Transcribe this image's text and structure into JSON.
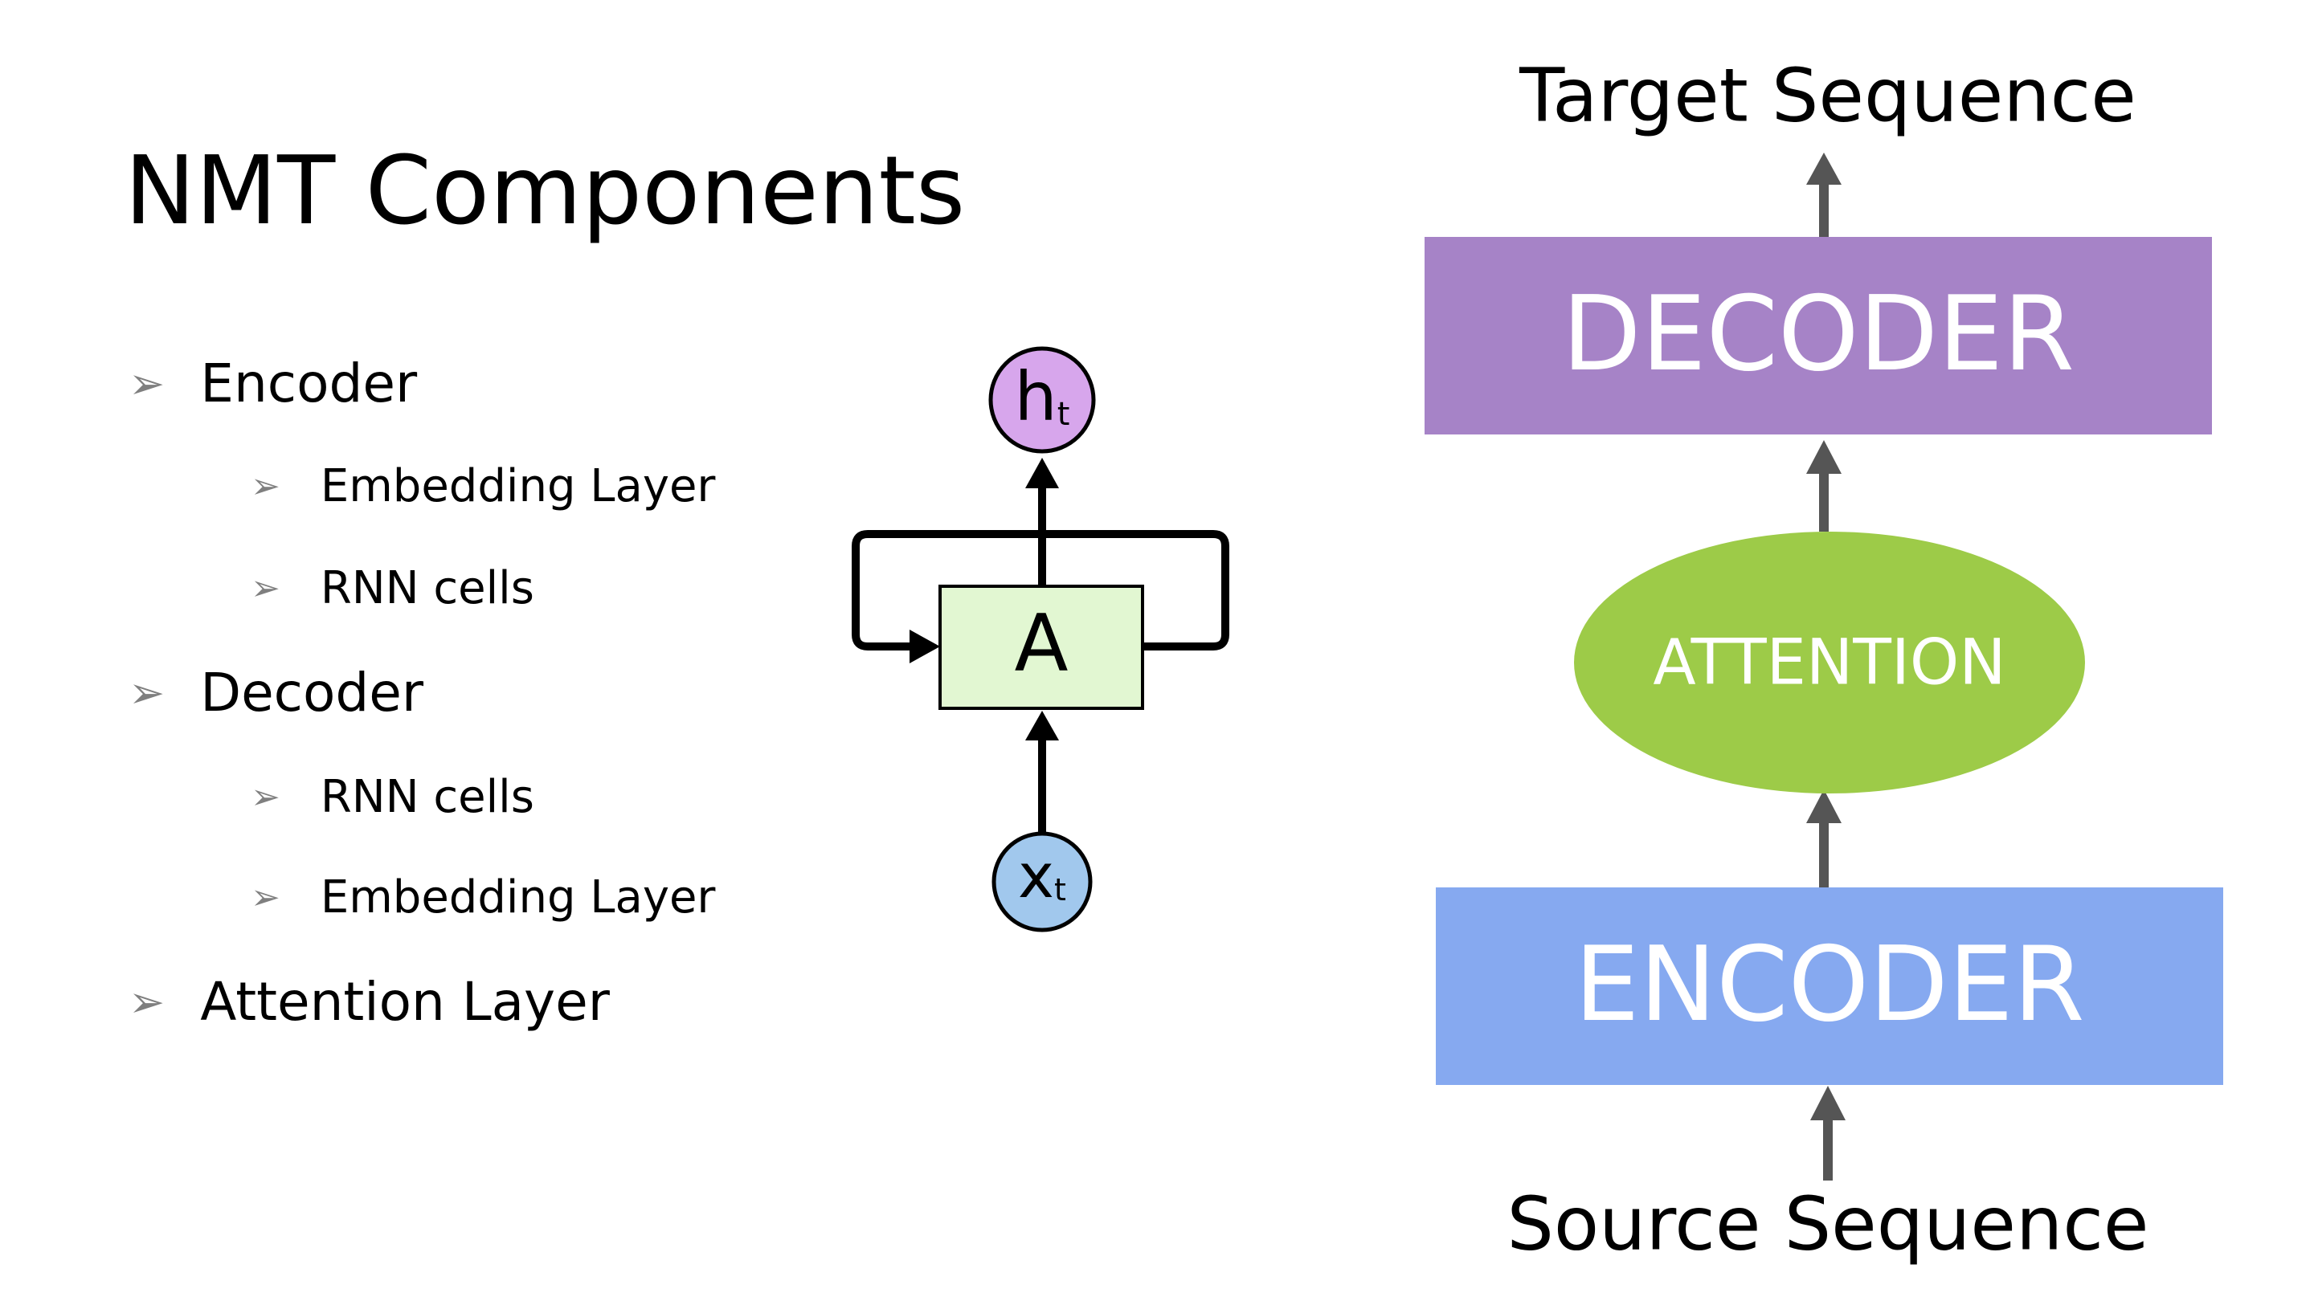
{
  "slide": {
    "title": "NMT Components"
  },
  "bullets": [
    {
      "label": "Encoder",
      "level": 1
    },
    {
      "label": "Embedding Layer",
      "level": 2
    },
    {
      "label": "RNN cells",
      "level": 2
    },
    {
      "label": "Decoder",
      "level": 1
    },
    {
      "label": "RNN cells",
      "level": 2
    },
    {
      "label": "Embedding Layer",
      "level": 2
    },
    {
      "label": "Attention Layer",
      "level": 1
    }
  ],
  "rnn": {
    "cell_label": "A",
    "output": {
      "main": "h",
      "sub": "t"
    },
    "input": {
      "main": "x",
      "sub": "t"
    }
  },
  "pipeline": {
    "target_label": "Target Sequence",
    "source_label": "Source Sequence",
    "decoder_label": "DECODER",
    "attention_label": "ATTENTION",
    "encoder_label": "ENCODER"
  },
  "colors": {
    "decoder": "#a683c7",
    "attention": "#9dcb48",
    "encoder": "#86a9f0",
    "cell_fill": "#e2f7d2",
    "output_node": "#d7a6ec",
    "input_node": "#a1c8ed",
    "arrow_gray": "#555555",
    "bullet_icon": "#7f7f7f"
  }
}
